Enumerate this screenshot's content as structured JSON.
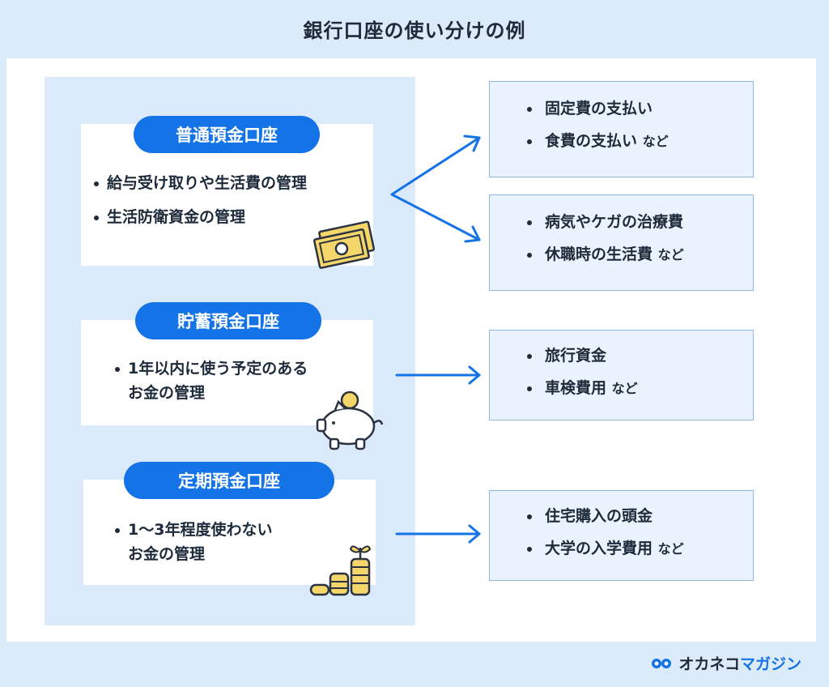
{
  "title": "銀行口座の使い分けの例",
  "accounts": [
    {
      "name": "普通預金口座",
      "items": [
        "給与受け取りや生活費の管理",
        "生活防衛資金の管理"
      ],
      "icon": "banknotes-icon"
    },
    {
      "name": "貯蓄預金口座",
      "items": [
        "1年以内に使う予定のある",
        "お金の管理"
      ],
      "icon": "piggy-bank-icon"
    },
    {
      "name": "定期預金口座",
      "items": [
        "1〜3年程度使わない",
        "お金の管理"
      ],
      "icon": "coin-stacks-icon"
    }
  ],
  "examples": [
    {
      "items": [
        {
          "text": "固定費の支払い",
          "suffix": ""
        },
        {
          "text": "食費の支払い",
          "suffix": "など"
        }
      ]
    },
    {
      "items": [
        {
          "text": "病気やケガの治療費",
          "suffix": ""
        },
        {
          "text": "休職時の生活費",
          "suffix": "など"
        }
      ]
    },
    {
      "items": [
        {
          "text": "旅行資金",
          "suffix": ""
        },
        {
          "text": "車検費用",
          "suffix": "など"
        }
      ]
    },
    {
      "items": [
        {
          "text": "住宅購入の頭金",
          "suffix": ""
        },
        {
          "text": "大学の入学費用",
          "suffix": "など"
        }
      ]
    }
  ],
  "brand": {
    "prefix": "オカネコ",
    "suffix": "マガジン",
    "icon": "okaneko-logo-icon"
  },
  "colors": {
    "accent": "#1473e6",
    "panel": "#dbeafb",
    "example_bg": "#eaf3fd",
    "coin": "#f5d66b"
  }
}
